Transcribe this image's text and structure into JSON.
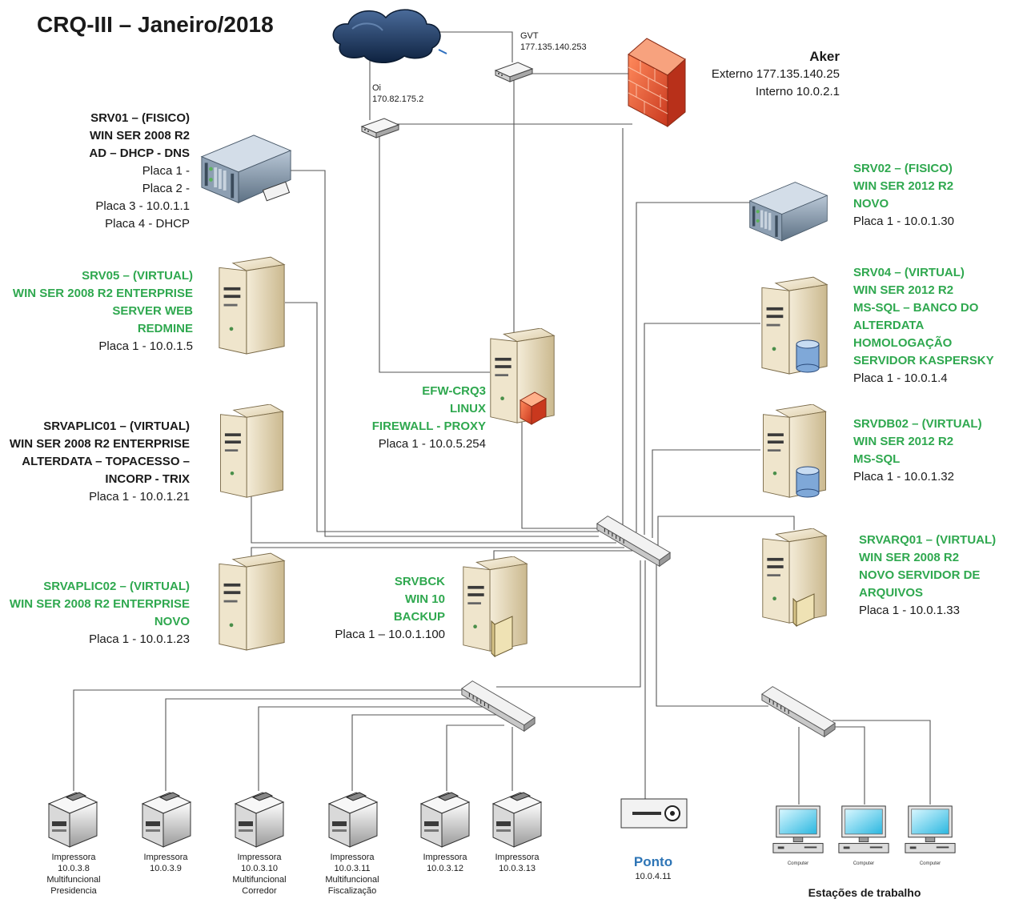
{
  "title": "CRQ-III – Janeiro/2018",
  "isp": {
    "gvt_name": "GVT",
    "gvt_ip": "177.135.140.253",
    "oi_name": "Oi",
    "oi_ip": "170.82.175.2"
  },
  "aker": {
    "name": "Aker",
    "externo": "Externo 177.135.140.25",
    "interno": "Interno 10.0.2.1"
  },
  "srv01": {
    "lines": [
      "SRV01 – (FISICO)",
      "WIN SER 2008 R2",
      "AD – DHCP - DNS"
    ],
    "placas": [
      "Placa 1 -",
      "Placa 2 -",
      "Placa 3 - 10.0.1.1",
      "Placa 4 - DHCP"
    ]
  },
  "srv05": {
    "lines": [
      "SRV05 – (VIRTUAL)",
      "WIN SER 2008 R2 ENTERPRISE",
      "SERVER WEB",
      "REDMINE"
    ],
    "placa": "Placa 1 - 10.0.1.5"
  },
  "srvaplic01": {
    "lines": [
      "SRVAPLIC01 – (VIRTUAL)",
      "WIN SER 2008 R2 ENTERPRISE",
      "ALTERDATA – TOPACESSO –",
      "INCORP - TRIX"
    ],
    "placa": "Placa 1 - 10.0.1.21"
  },
  "srvaplic02": {
    "lines": [
      "SRVAPLIC02 – (VIRTUAL)",
      "WIN SER 2008 R2 ENTERPRISE",
      "NOVO"
    ],
    "placa": "Placa 1 - 10.0.1.23"
  },
  "efw": {
    "lines": [
      "EFW-CRQ3",
      "LINUX",
      "FIREWALL - PROXY"
    ],
    "placa": "Placa 1 - 10.0.5.254"
  },
  "srvbck": {
    "lines": [
      "SRVBCK",
      "WIN 10",
      "BACKUP"
    ],
    "placa": "Placa 1 – 10.0.1.100"
  },
  "srv02": {
    "lines": [
      "SRV02 – (FISICO)",
      "WIN SER 2012 R2",
      "NOVO"
    ],
    "placa": "Placa 1 - 10.0.1.30"
  },
  "srv04": {
    "lines": [
      "SRV04 – (VIRTUAL)",
      "WIN SER 2012 R2",
      "MS-SQL – BANCO DO",
      "ALTERDATA",
      "HOMOLOGAÇÃO",
      "SERVIDOR KASPERSKY"
    ],
    "placa": "Placa 1 - 10.0.1.4"
  },
  "srvdb02": {
    "lines": [
      "SRVDB02 – (VIRTUAL)",
      "WIN SER 2012 R2",
      "MS-SQL"
    ],
    "placa": "Placa 1 - 10.0.1.32"
  },
  "srvarq01": {
    "lines": [
      "SRVARQ01 – (VIRTUAL)",
      "WIN SER 2008 R2",
      "NOVO SERVIDOR DE",
      "ARQUIVOS"
    ],
    "placa": "Placa 1 - 10.0.1.33"
  },
  "printers": [
    {
      "lines": [
        "Impressora",
        "10.0.3.8",
        "Multifuncional",
        "Presidencia"
      ]
    },
    {
      "lines": [
        "Impressora",
        "10.0.3.9"
      ]
    },
    {
      "lines": [
        "Impressora",
        "10.0.3.10",
        "Multifuncional",
        "Corredor"
      ]
    },
    {
      "lines": [
        "Impressora",
        "10.0.3.11",
        "Multifuncional",
        "Fiscalização"
      ]
    },
    {
      "lines": [
        "Impressora",
        "10.0.3.12"
      ]
    },
    {
      "lines": [
        "Impressora",
        "10.0.3.13"
      ]
    }
  ],
  "ponto": {
    "name": "Ponto",
    "ip": "10.0.4.11"
  },
  "workstations": {
    "computer_label": "Computer",
    "caption": "Estações de trabalho"
  },
  "colors": {
    "green": "#2fa84f",
    "blue": "#2e75b6",
    "line": "#555555",
    "firewall": "#e8573a",
    "server_beige": "#e9dcc0",
    "cloud": "#1d3a63"
  }
}
